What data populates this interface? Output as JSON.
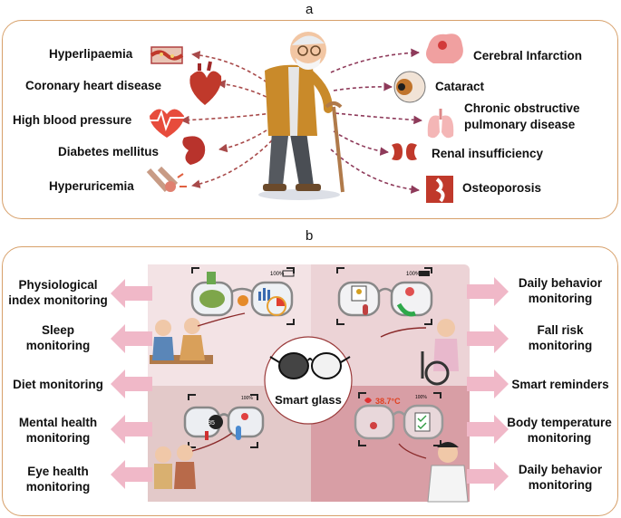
{
  "panel_a": {
    "letter": "a",
    "left_conditions": [
      "Hyperlipaemia",
      "Coronary heart disease",
      "High blood pressure",
      "Diabetes mellitus",
      "Hyperuricemia"
    ],
    "right_conditions": [
      "Cerebral Infarction",
      "Cataract",
      "Chronic obstructive",
      "pulmonary disease",
      "Renal insufficiency",
      "Osteoporosis"
    ]
  },
  "panel_b": {
    "letter": "b",
    "center": "Smart glass",
    "left_functions": [
      {
        "line1": "Physiological",
        "line2": "index monitoring"
      },
      {
        "line1": "Sleep",
        "line2": "monitoring"
      },
      {
        "line1": "Diet monitoring",
        "line2": ""
      },
      {
        "line1": "Mental health",
        "line2": "monitoring"
      },
      {
        "line1": "Eye health",
        "line2": "monitoring"
      }
    ],
    "right_functions": [
      {
        "line1": "Daily behavior",
        "line2": "monitoring"
      },
      {
        "line1": "Fall risk",
        "line2": "monitoring"
      },
      {
        "line1": "Smart reminders",
        "line2": ""
      },
      {
        "line1": "Body temperature",
        "line2": "monitoring"
      },
      {
        "line1": "Daily behavior",
        "line2": "monitoring"
      }
    ],
    "display_readouts": {
      "battery": "100%",
      "temperature": "38.7°C",
      "heart_rate": "85"
    }
  },
  "colors": {
    "panel_border": "#d7a06a",
    "arrow_a": "#a84a4a",
    "arrow_b": "#f0b8c8",
    "quad_tl": "#f3e3e5",
    "quad_tr": "#ecd3d6",
    "quad_bl": "#e3c9c9",
    "quad_br": "#d89ea5"
  }
}
